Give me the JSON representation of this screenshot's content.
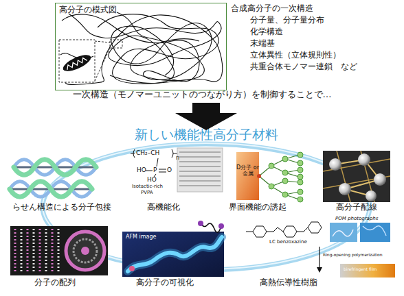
{
  "diagram": {
    "nodes": [
      {
        "text": [
          "高分子の模式図"
        ]
      },
      {
        "text": [
          "新しい機能性高分子材料"
        ]
      }
    ],
    "labels": [
      "合成高分子の一次構造",
      "分子量、分子量分布",
      "化学構造",
      "末端基",
      "立体異性（立体規則性）",
      "共重合体モノマー連鎖　など",
      "一次構造（モノマーユニットのつながり方）を制御することで…",
      "らせん構造による分子包接",
      "高機能化",
      "界面機能の誘起",
      "高分子配線",
      "分子の配列",
      "高分子の可視化",
      "高熱伝導性樹脂",
      "CH₂–CH",
      "n",
      "HO",
      "P",
      "O",
      "HO",
      "Isotactic-rich",
      "PVPA",
      "D分子 or 金属",
      "AFM image",
      "LC benzoxazine",
      "POM photographs",
      "Ring-opening polymerization",
      "birefringent film"
    ]
  }
}
